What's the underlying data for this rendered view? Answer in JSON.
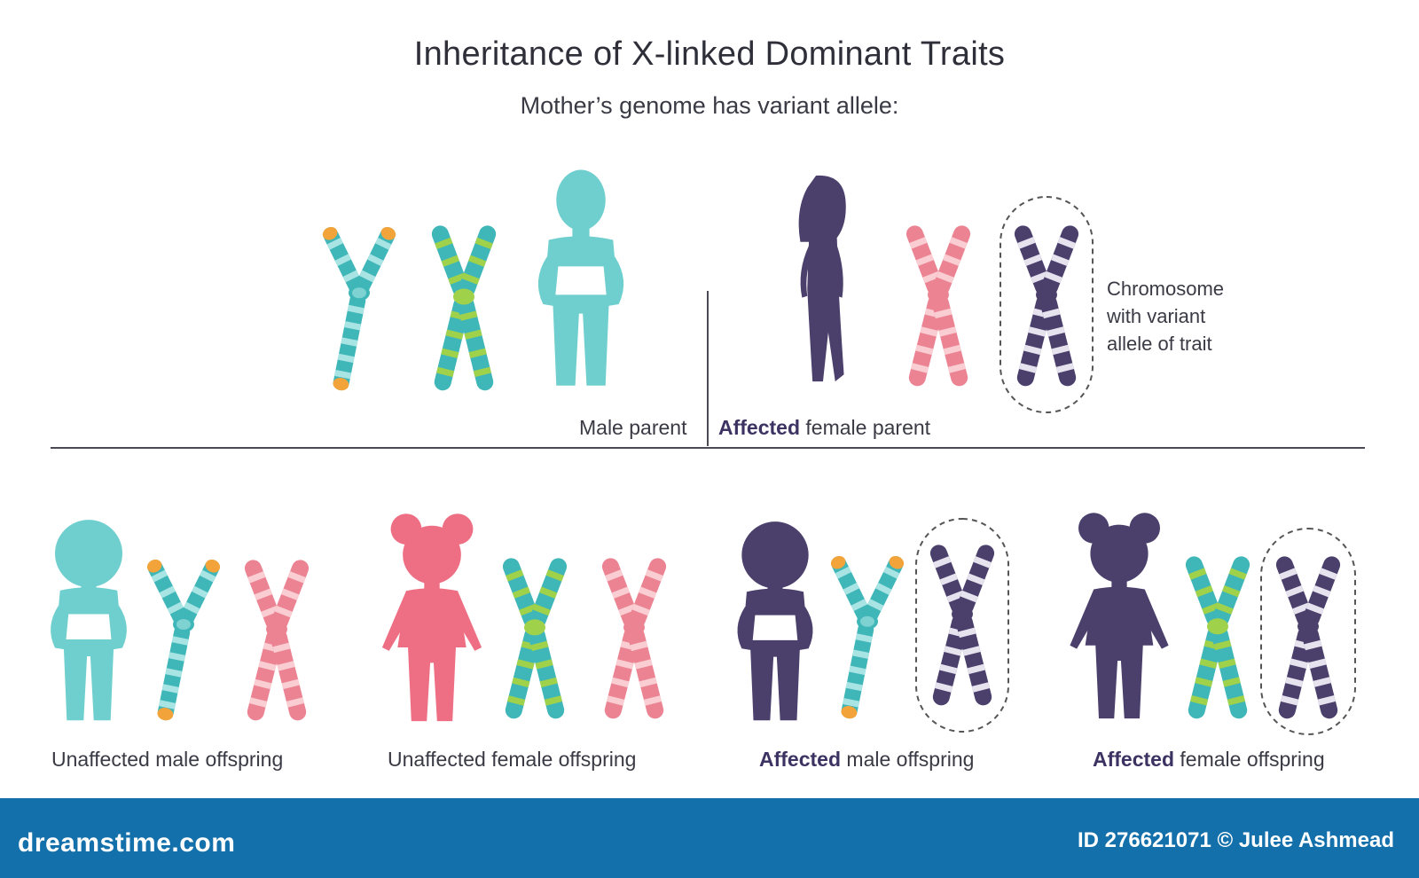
{
  "header": {
    "title": "Inheritance of X-linked Dominant Traits",
    "subtitle": "Mother’s genome has variant allele:"
  },
  "parents": {
    "male_label": "Male parent",
    "female_label_bold": "Affected",
    "female_label_rest": " female parent",
    "note": [
      "Chromosome",
      "with variant",
      "allele of trait"
    ]
  },
  "offspring": [
    {
      "bold": "",
      "text": "Unaffected male offspring"
    },
    {
      "bold": "",
      "text": "Unaffected female offspring"
    },
    {
      "bold": "Affected",
      "text": " male offspring"
    },
    {
      "bold": "Affected",
      "text": " female offspring"
    }
  ],
  "footer": {
    "brand": "dreamstime.com",
    "credit": "ID 276621071 © Julee Ashmead"
  },
  "colors": {
    "teal": "#3fb6b8",
    "teal_light": "#a8e4e3",
    "yellow_green": "#9fd24a",
    "orange": "#f2a43a",
    "pink": "#ec8393",
    "pink_light": "#f9cdd2",
    "purple": "#4b3f6b",
    "purple_light": "#e6e3ef",
    "silhouette_teal": "#6fcfcf",
    "silhouette_pink": "#ee6f84",
    "footer_blue": "#1470ab"
  }
}
